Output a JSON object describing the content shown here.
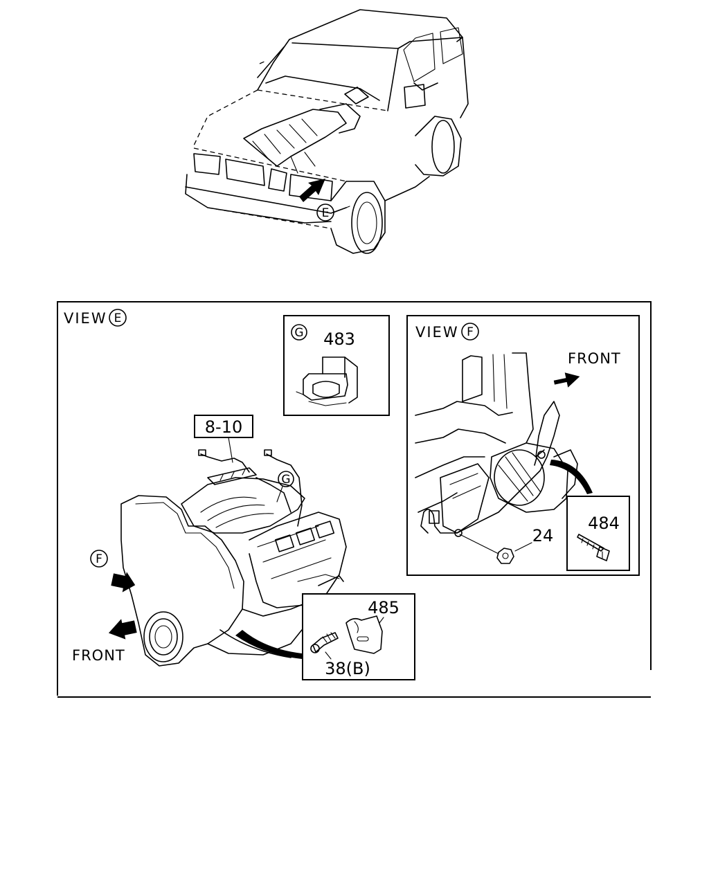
{
  "vehicle_view": {
    "callout": "E"
  },
  "view_e": {
    "title_prefix": "VIEW",
    "title_callout": "E",
    "part_label_harness": "8-10",
    "view_f_callout": "F",
    "detail_g_callout": "G",
    "front_label": "FRONT"
  },
  "detail_g": {
    "callout": "G",
    "part_number": "483"
  },
  "view_f": {
    "title_prefix": "VIEW",
    "title_callout": "F",
    "front_label": "FRONT",
    "part_nut": "24",
    "part_tie": "484"
  },
  "detail_clip": {
    "part_clip": "485",
    "part_bolt": "38(B)"
  }
}
